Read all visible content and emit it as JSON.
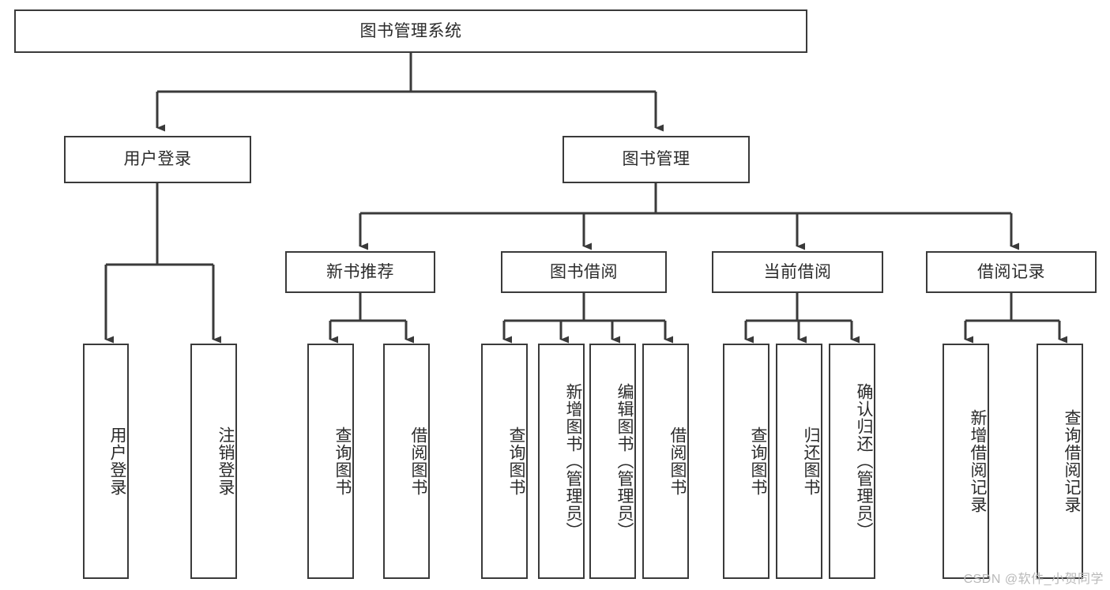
{
  "diagram": {
    "title": "图书管理系统",
    "type": "hierarchy-tree",
    "colors": {
      "background": "#ffffff",
      "border": "#3a3a3a",
      "text": "#2b2b2b",
      "edge": "#3a3a3a",
      "watermark": "#b9b9b9"
    },
    "root": {
      "label": "图书管理系统"
    },
    "level2": [
      {
        "label": "用户登录"
      },
      {
        "label": "图书管理"
      }
    ],
    "level3": [
      {
        "label": "新书推荐"
      },
      {
        "label": "图书借阅"
      },
      {
        "label": "当前借阅"
      },
      {
        "label": "借阅记录"
      }
    ],
    "leaves": {
      "user_login": [
        {
          "label": "用户登录"
        },
        {
          "label": "注销登录"
        }
      ],
      "new_book": [
        {
          "label": "查询图书"
        },
        {
          "label": "借阅图书"
        }
      ],
      "book_borrow": [
        {
          "label": "查询图书"
        },
        {
          "label": "新增图书（管理员）"
        },
        {
          "label": "编辑图书（管理员）"
        },
        {
          "label": "借阅图书"
        }
      ],
      "current_borrow": [
        {
          "label": "查询图书"
        },
        {
          "label": "归还图书"
        },
        {
          "label": "确认归还（管理员）"
        }
      ],
      "borrow_record": [
        {
          "label": "新增借阅记录"
        },
        {
          "label": "查询借阅记录"
        }
      ]
    }
  },
  "watermark": {
    "text": "CSDN @软件_小贺同学"
  }
}
